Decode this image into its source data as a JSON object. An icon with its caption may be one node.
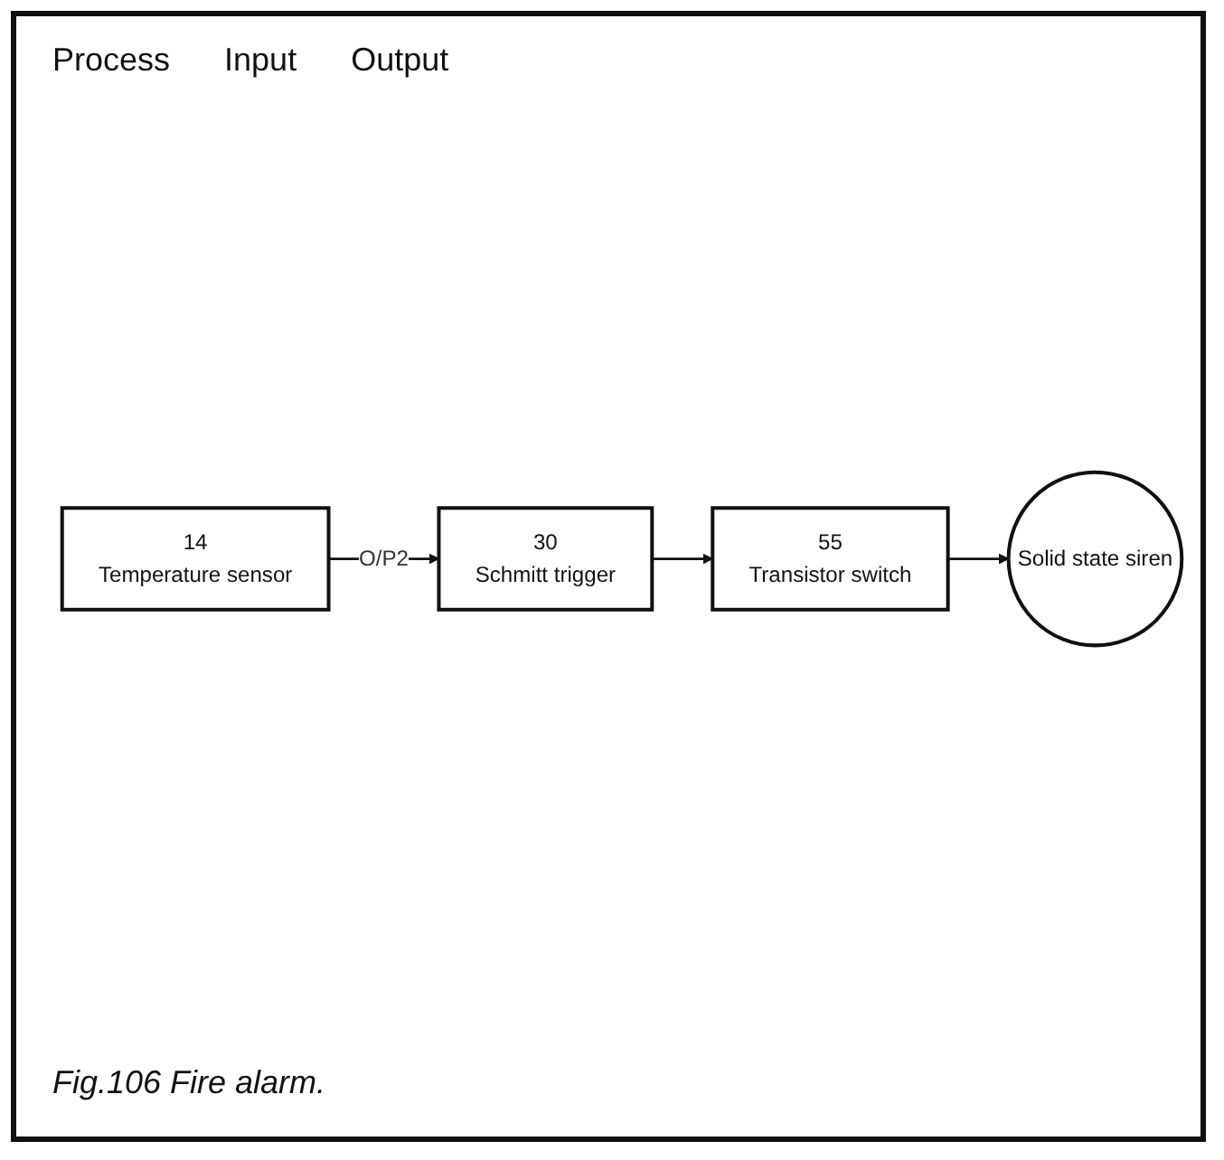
{
  "diagram": {
    "caption": "Fig.106 Fire alarm.",
    "nodes": [
      {
        "text": [
          "30",
          "Schmitt trigger"
        ]
      },
      {
        "text": [
          "55",
          "Transistor switch"
        ]
      },
      {
        "text": [
          "14",
          "Temperature sensor"
        ]
      },
      {
        "text": [
          "Solid state siren"
        ]
      }
    ],
    "edges": [
      {
        "from": 2,
        "to": 0,
        "arrow": "to",
        "label": "O/P2"
      },
      {
        "from": 0,
        "to": 1,
        "arrow": "to"
      },
      {
        "from": 1,
        "to": 3,
        "arrow": "to"
      }
    ],
    "labels": [
      "Process",
      "Input",
      "Output"
    ]
  }
}
